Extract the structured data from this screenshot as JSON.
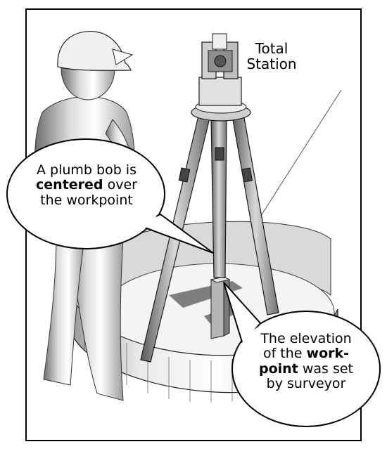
{
  "labels": {
    "total_station": {
      "line1": "Total",
      "line2": "Station"
    },
    "plumb_bob": {
      "line1": "A plumb bob is",
      "line2_bold": "centered",
      "line2_rest": " over",
      "line3": "the workpoint"
    },
    "elevation": {
      "line1": "The elevation",
      "line2_pre": "of the ",
      "line2_bold": "work-",
      "line3_bold": "point",
      "line3_rest": " was set",
      "line4": "by surveyor"
    }
  }
}
